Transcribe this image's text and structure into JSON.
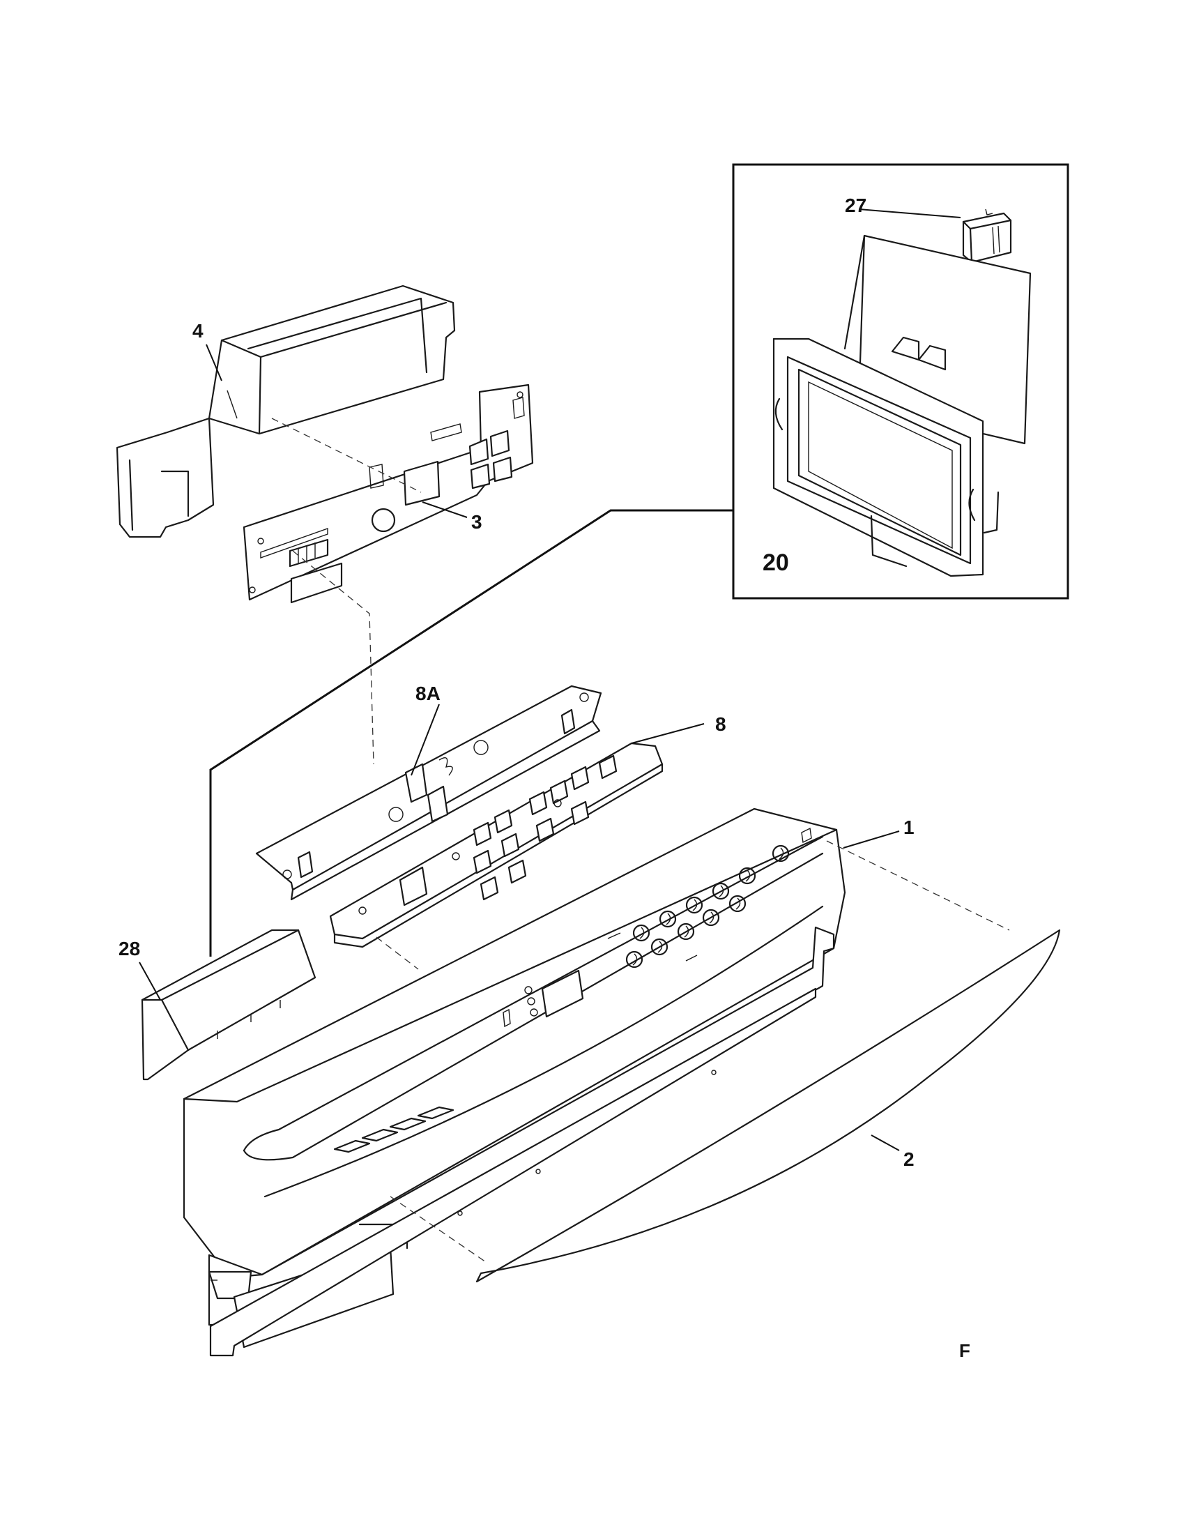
{
  "diagram": {
    "callouts": {
      "p1": "1",
      "p2": "2",
      "p3": "3",
      "p4": "4",
      "p8": "8",
      "p8a": "8A",
      "p20": "20",
      "p27": "27",
      "p28": "28"
    },
    "corner_mark": "F"
  }
}
